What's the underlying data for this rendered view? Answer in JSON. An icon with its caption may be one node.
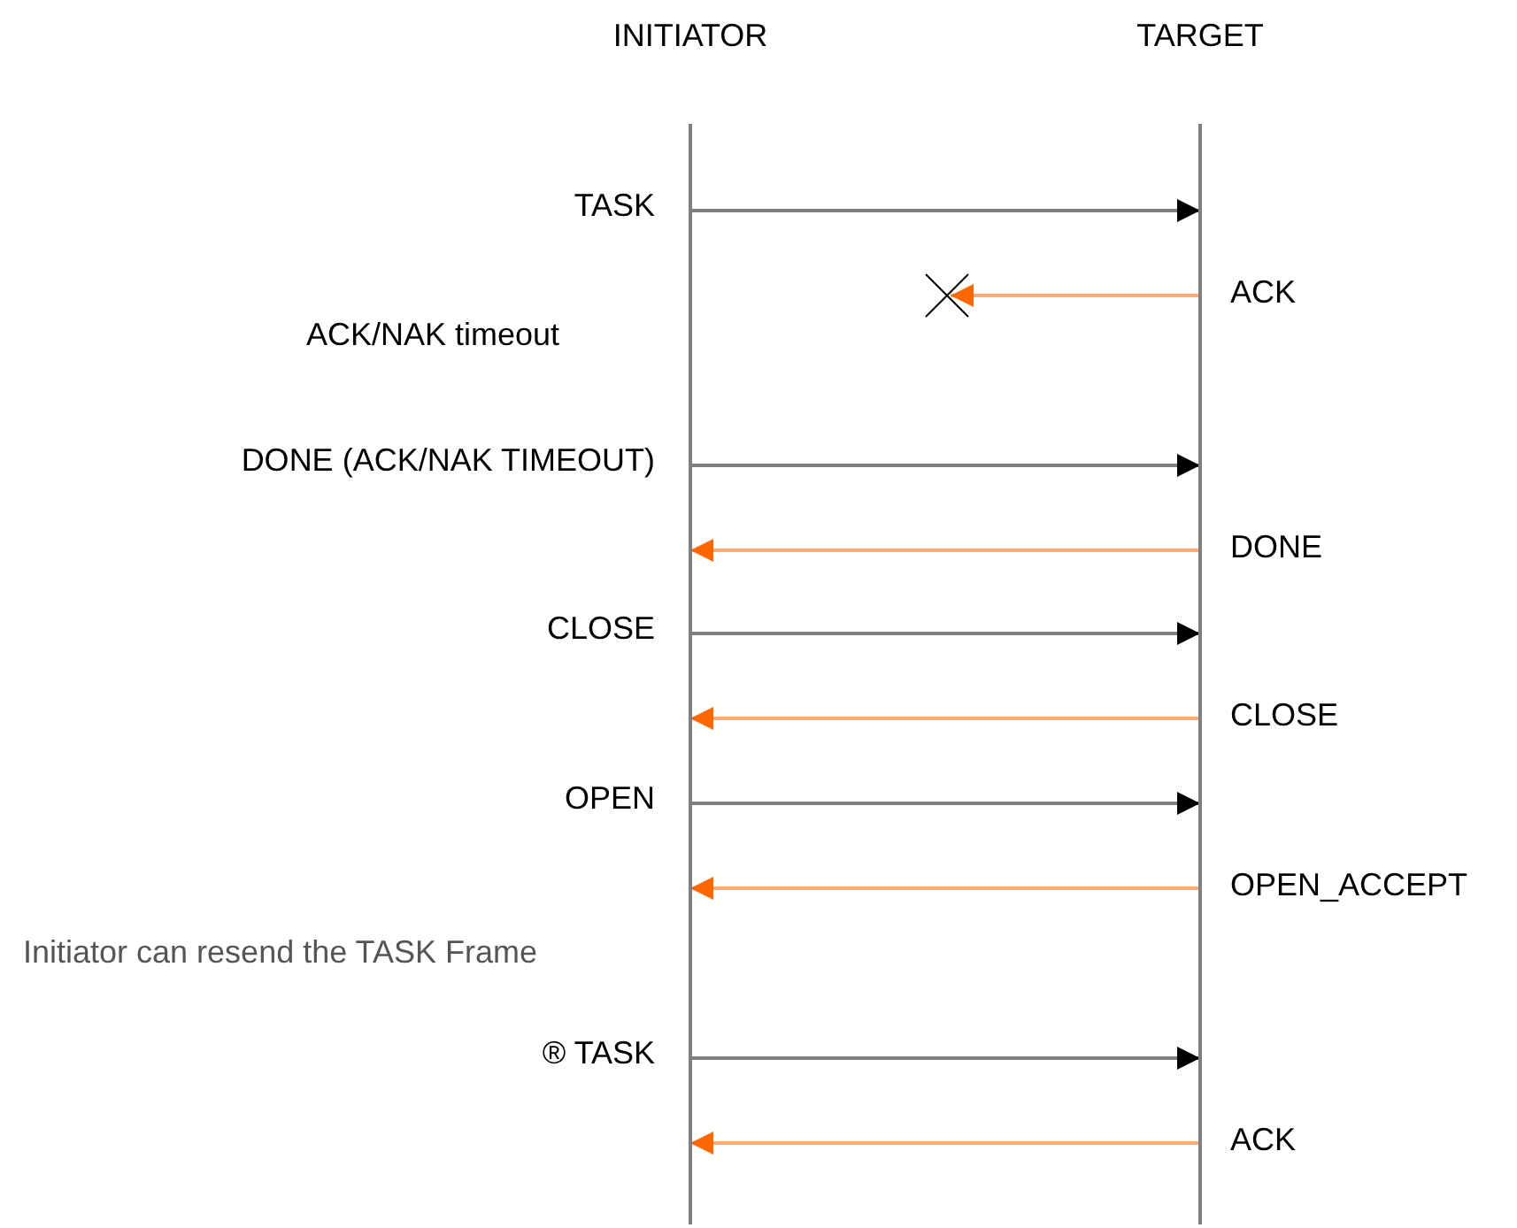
{
  "diagram": {
    "nodes": [
      {
        "text": [
          "INITIATOR"
        ]
      },
      {
        "text": [
          "TARGET"
        ]
      },
      {
        "text": [],
        "shape": "cross"
      }
    ],
    "edges": [
      {
        "from": 0,
        "to": 1,
        "arrow": "to",
        "label": "TASK"
      },
      {
        "from": 1,
        "to": 2,
        "arrow": "to",
        "label": "ACK",
        "color": "#ff6600"
      },
      {
        "from": 0,
        "to": 1,
        "arrow": "to",
        "label": "DONE (ACK/NAK TIMEOUT)"
      },
      {
        "from": 1,
        "to": 0,
        "arrow": "to",
        "label": "DONE",
        "color": "#ff6600"
      },
      {
        "from": 0,
        "to": 1,
        "arrow": "to",
        "label": "CLOSE"
      },
      {
        "from": 1,
        "to": 0,
        "arrow": "to",
        "label": "CLOSE",
        "color": "#ff6600"
      },
      {
        "from": 0,
        "to": 1,
        "arrow": "to",
        "label": "OPEN"
      },
      {
        "from": 1,
        "to": 0,
        "arrow": "to",
        "label": "OPEN_ACCEPT",
        "color": "#ff6600"
      },
      {
        "from": 0,
        "to": 1,
        "arrow": "to",
        "label": "® TASK"
      },
      {
        "from": 1,
        "to": 0,
        "arrow": "to",
        "label": "ACK",
        "color": "#ff6600"
      }
    ],
    "labels": [
      "ACK/NAK timeout",
      "Initiator can resend the TASK Frame"
    ]
  }
}
